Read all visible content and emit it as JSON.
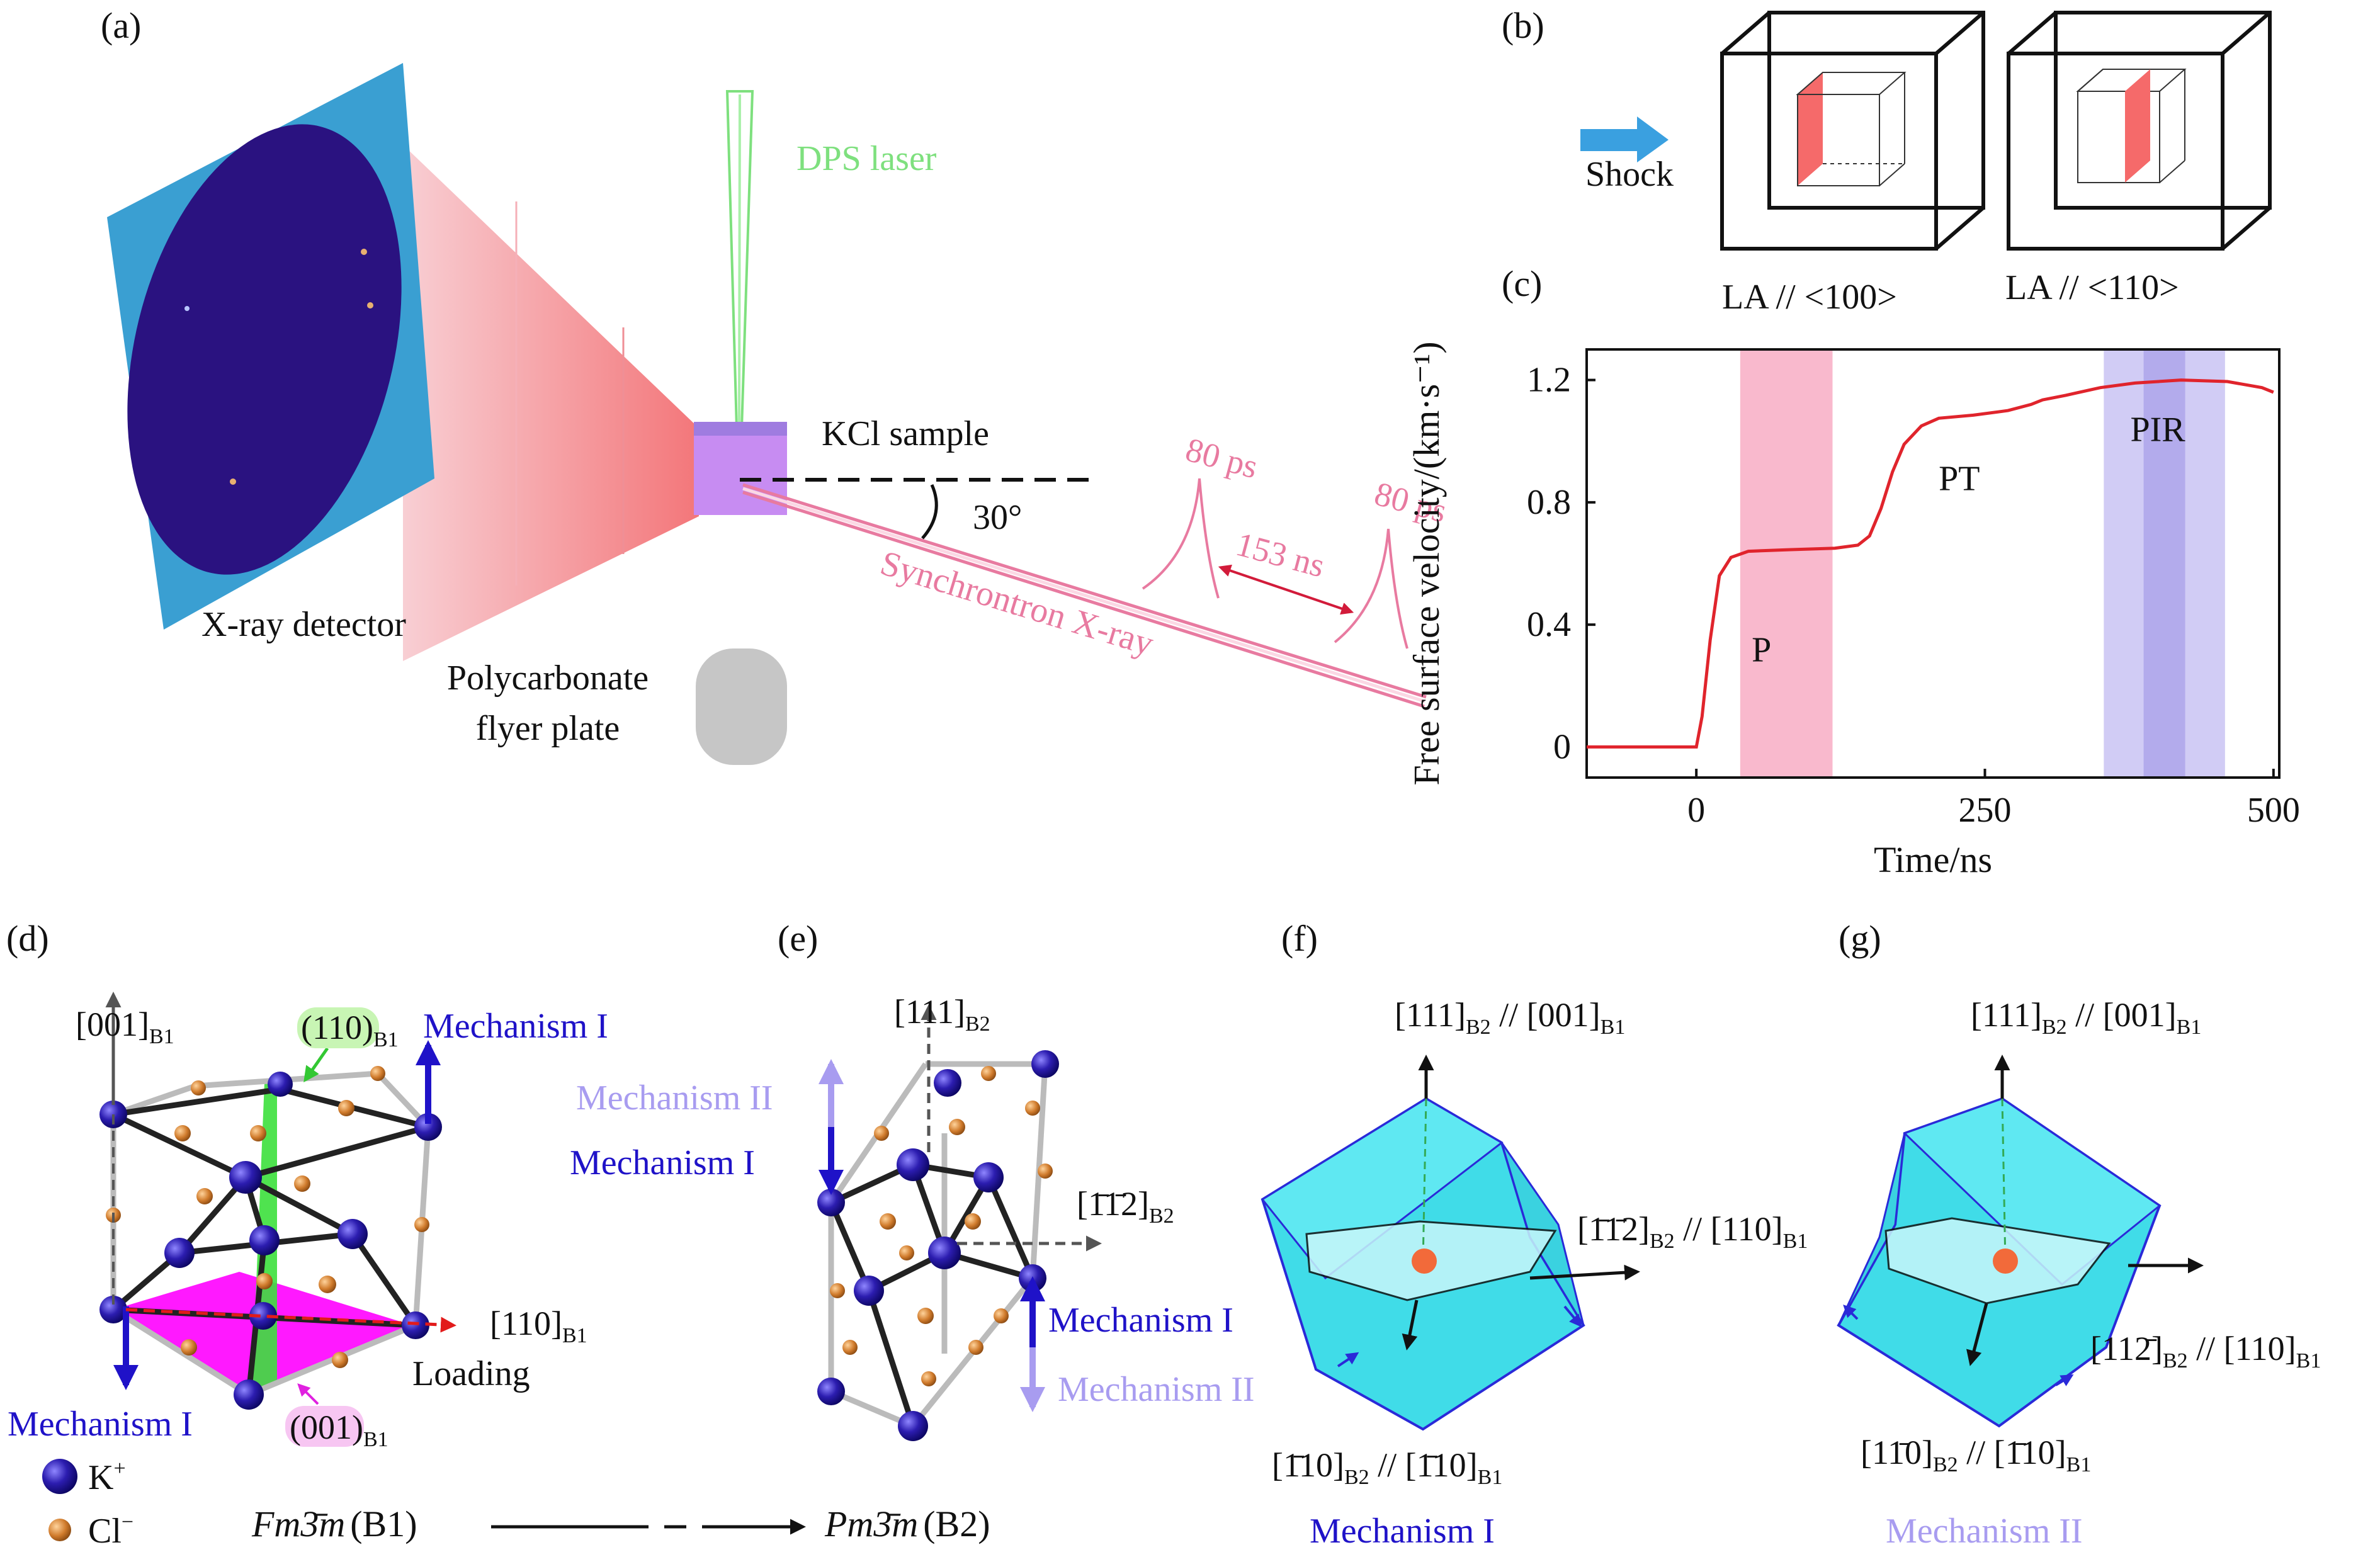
{
  "panels": {
    "a": {
      "label": "(a)",
      "laser": "DPS laser",
      "sample": "KCl sample",
      "angle": "30°",
      "pulse1": "80 ps",
      "pulse2": "80 ps",
      "separation": "153 ns",
      "xray": "Synchrontron X-ray",
      "detector": "X-ray detector",
      "flyer_line1": "Polycarbonate",
      "flyer_line2": "flyer plate"
    },
    "b": {
      "label": "(b)",
      "shock": "Shock",
      "cube1": "LA // <100>",
      "cube2": "LA // <110>"
    },
    "c": {
      "label": "(c)"
    },
    "d": {
      "label": "(d)",
      "axis001": "[001]",
      "axis001_sub": "B1",
      "plane110": "(110)",
      "plane110_sub": "B1",
      "mech1_top": "Mechanism I",
      "axis110": "[110]",
      "axis110_sub": "B1",
      "loading": "Loading",
      "mech1_bottom": "Mechanism I",
      "plane001": "(001)",
      "plane001_sub": "B1",
      "legend_k": "K",
      "legend_k_sup": "+",
      "legend_cl": "Cl",
      "legend_cl_sup": "−",
      "sg_b1": "Fm3̄m",
      "sg_b1_tag": "(B1)"
    },
    "e": {
      "label": "(e)",
      "axis111": "[111]",
      "axis111_sub": "B2",
      "mech2_left": "Mechanism II",
      "mech1_left": "Mechanism I",
      "axis112": "[1̄1̄2]",
      "axis112_sub": "B2",
      "mech1_right": "Mechanism I",
      "mech2_right": "Mechanism II",
      "sg_b2": "Pm3̄m",
      "sg_b2_tag": "(B2)"
    },
    "f": {
      "label": "(f)",
      "top_a": "[111]",
      "top_a_sub": "B2",
      "top_sep": " // ",
      "top_b": "[001]",
      "top_b_sub": "B1",
      "right_a": "[1̄1̄2]",
      "right_a_sub": "B2",
      "right_sep": " // ",
      "right_b": "[110]",
      "right_b_sub": "B1",
      "bot_a": "[1̄10]",
      "bot_a_sub": "B2",
      "bot_sep": " // ",
      "bot_b": "[1̄10]",
      "bot_b_sub": "B1",
      "mechanism": "Mechanism I"
    },
    "g": {
      "label": "(g)",
      "top_a": "[111]",
      "top_a_sub": "B2",
      "top_sep": " // ",
      "top_b": "[001]",
      "top_b_sub": "B1",
      "right_a": "[112̄]",
      "right_a_sub": "B2",
      "right_sep": " // ",
      "right_b": "[110]",
      "right_b_sub": "B1",
      "bot_a": "[11̄0]",
      "bot_a_sub": "B2",
      "bot_sep": " // ",
      "bot_b": "[1̄10]",
      "bot_b_sub": "B1",
      "mechanism": "Mechanism II"
    }
  },
  "chart_data": {
    "type": "line",
    "xlabel": "Time/ns",
    "ylabel": "Free surface velocity/(km·s⁻¹)",
    "xlim": [
      -95,
      505
    ],
    "ylim": [
      -0.1,
      1.3
    ],
    "xticks": [
      0,
      250,
      500
    ],
    "yticks": [
      0,
      0.4,
      0.8,
      1.2
    ],
    "xtick_labels": [
      "0",
      "250",
      "500"
    ],
    "ytick_labels": [
      "0",
      "0.4",
      "0.8",
      "1.2"
    ],
    "series": [
      {
        "color": "#e0242c",
        "x": [
          -95,
          -10,
          0,
          5,
          12,
          20,
          30,
          45,
          80,
          120,
          140,
          150,
          160,
          170,
          180,
          195,
          210,
          240,
          270,
          290,
          300,
          320,
          350,
          380,
          420,
          460,
          490,
          500
        ],
        "y": [
          0,
          0,
          0,
          0.1,
          0.35,
          0.56,
          0.62,
          0.64,
          0.645,
          0.65,
          0.66,
          0.69,
          0.78,
          0.9,
          0.99,
          1.05,
          1.075,
          1.085,
          1.1,
          1.12,
          1.135,
          1.15,
          1.175,
          1.19,
          1.2,
          1.195,
          1.175,
          1.16
        ]
      }
    ],
    "bands": [
      {
        "name": "P",
        "from": 38,
        "to": 118,
        "color": "#f7a7c0"
      },
      {
        "name": "PIR",
        "from": 353,
        "to": 458,
        "color": "#c5bff2"
      }
    ],
    "annotations": [
      {
        "text": "P",
        "x": 48,
        "y": 0.28
      },
      {
        "text": "PT",
        "x": 210,
        "y": 0.84
      },
      {
        "text": "PIR",
        "x": 376,
        "y": 1.0
      }
    ]
  },
  "colors": {
    "k_ion": "#2c1db0",
    "cl_ion": "#d07b2c",
    "mech1": "#1f12c8",
    "mech2": "#a89cf0",
    "cube_fill": "#40dce8",
    "shock_arrow": "#3aa0e0",
    "beam": "#e87aa0",
    "laser": "#7ee07e",
    "detector": "#3a9fd2",
    "detector_disc": "#2a1280",
    "magenta_plane": "#ff00ff",
    "green_plane": "#3ce03c"
  }
}
